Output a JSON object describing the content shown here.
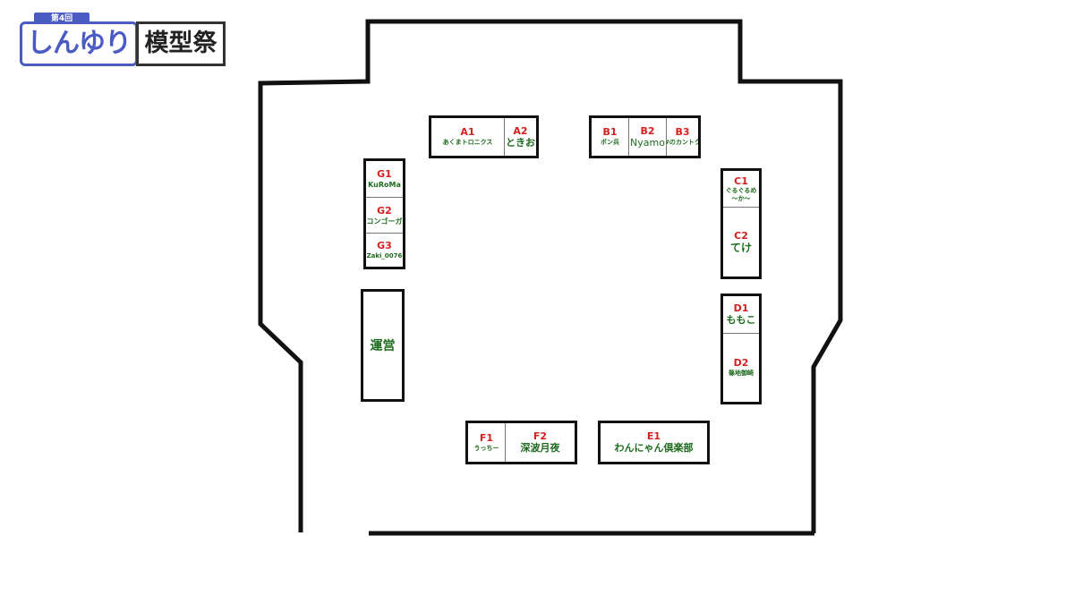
{
  "logo": {
    "badge": "第4回",
    "title": "しんゆり",
    "subtitle": "模型祭"
  },
  "staff_area": {
    "label": "運営"
  },
  "booths": {
    "A": [
      {
        "code": "A1",
        "name": "あくまトロニクス"
      },
      {
        "code": "A2",
        "name": "ときお"
      }
    ],
    "B": [
      {
        "code": "B1",
        "name": "ポン兵"
      },
      {
        "code": "B2",
        "name": "Nyamo"
      },
      {
        "code": "B3",
        "name": "#のカントク"
      }
    ],
    "C": [
      {
        "code": "C1",
        "name": "ぐるぐるめ～か～"
      },
      {
        "code": "C2",
        "name": "てけ"
      }
    ],
    "D": [
      {
        "code": "D1",
        "name": "ももこ"
      },
      {
        "code": "D2",
        "name": "篠地御崎"
      }
    ],
    "E": [
      {
        "code": "E1",
        "name": "わんにゃん倶楽部"
      }
    ],
    "F": [
      {
        "code": "F1",
        "name": "うっちー"
      },
      {
        "code": "F2",
        "name": "深波月夜"
      }
    ],
    "G": [
      {
        "code": "G1",
        "name": "KuRoMa"
      },
      {
        "code": "G2",
        "name": "コンゴーガ"
      },
      {
        "code": "G3",
        "name": "Zaki_0076"
      }
    ]
  },
  "colors": {
    "booth_code": "#d42020",
    "booth_name": "#1e6b1e",
    "logo_accent": "#4a5bc4",
    "wall": "#111111"
  }
}
